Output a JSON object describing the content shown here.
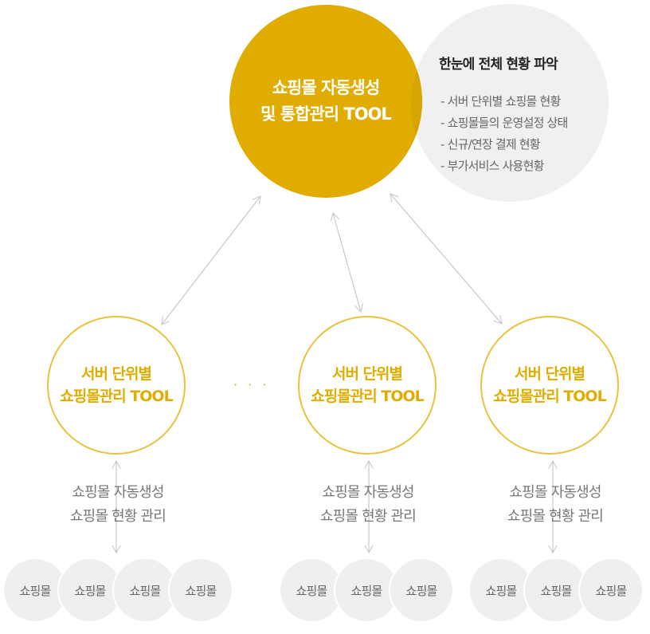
{
  "main": {
    "line1": "쇼핑몰 자동생성",
    "line2": "및 통합관리 TOOL",
    "color": "#e0ac00"
  },
  "info": {
    "title": "한눈에 전체 현황 파악",
    "items": [
      "서버 단위별 쇼핑몰 현황",
      "쇼핑몰들의 운영설정 상태",
      "신규/연장 결제 현황",
      "부가서비스 사용현황"
    ]
  },
  "servers": [
    {
      "line1": "서버 단위별",
      "line2": "쇼핑몰관리 TOOL",
      "sub1": "쇼핑몰 자동생성",
      "sub2": "쇼핑몰 현황 관리",
      "malls": [
        "쇼핑몰",
        "쇼핑몰",
        "쇼핑몰",
        "쇼핑몰"
      ]
    },
    {
      "line1": "서버 단위별",
      "line2": "쇼핑몰관리 TOOL",
      "sub1": "쇼핑몰 자동생성",
      "sub2": "쇼핑몰 현황 관리",
      "malls": [
        "쇼핑몰",
        "쇼핑몰",
        "쇼핑몰"
      ]
    },
    {
      "line1": "서버 단위별",
      "line2": "쇼핑몰관리 TOOL",
      "sub1": "쇼핑몰 자동생성",
      "sub2": "쇼핑몰 현황 관리",
      "malls": [
        "쇼핑몰",
        "쇼핑몰",
        "쇼핑몰"
      ]
    }
  ],
  "ellipsis": "· · ·"
}
